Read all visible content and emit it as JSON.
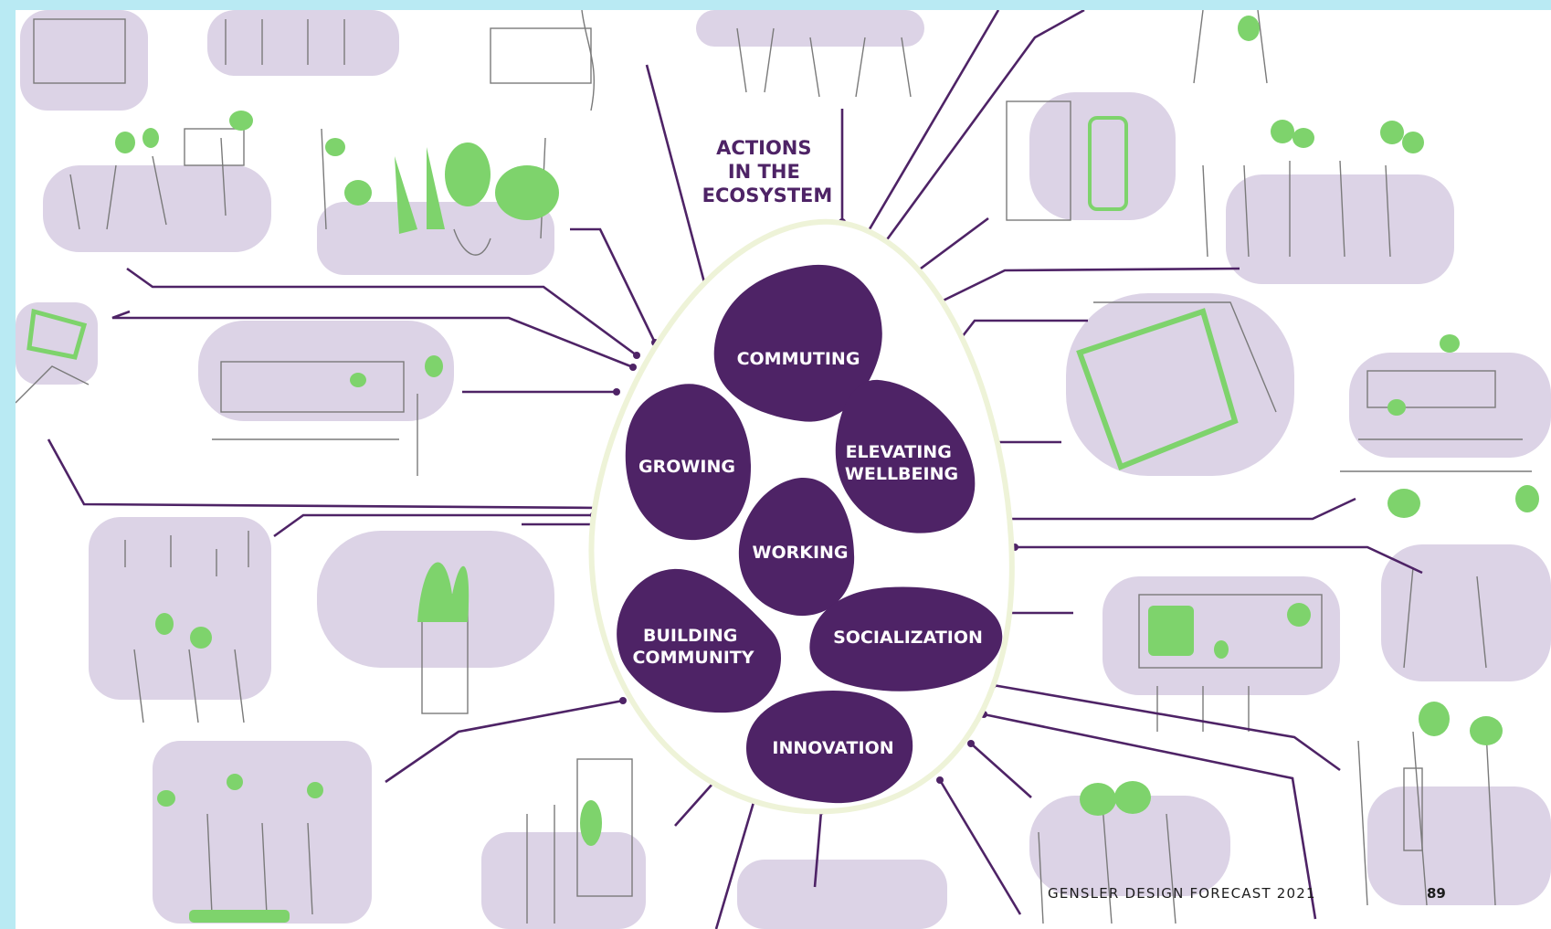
{
  "diagram": {
    "heading_lines": [
      "ACTIONS",
      "IN THE",
      "ECOSYSTEM"
    ],
    "nodes": [
      {
        "id": "commuting",
        "lines": [
          "COMMUTING"
        ]
      },
      {
        "id": "growing",
        "lines": [
          "GROWING"
        ]
      },
      {
        "id": "elevating-wellbeing",
        "lines": [
          "ELEVATING",
          "WELLBEING"
        ]
      },
      {
        "id": "working",
        "lines": [
          "WORKING"
        ]
      },
      {
        "id": "building-community",
        "lines": [
          "BUILDING",
          "COMMUNITY"
        ]
      },
      {
        "id": "socialization",
        "lines": [
          "SOCIALIZATION"
        ]
      },
      {
        "id": "innovation",
        "lines": [
          "INNOVATION"
        ]
      }
    ]
  },
  "colors": {
    "brand_purple": "#4e2366",
    "illustration_lavender": "#dcd3e6",
    "illustration_green": "#7ed36c",
    "egg_outline": "#eef3d8",
    "frame": "#b9eaf3"
  },
  "footer": {
    "publication": "GENSLER DESIGN FORECAST 2021",
    "page_number": "89"
  }
}
